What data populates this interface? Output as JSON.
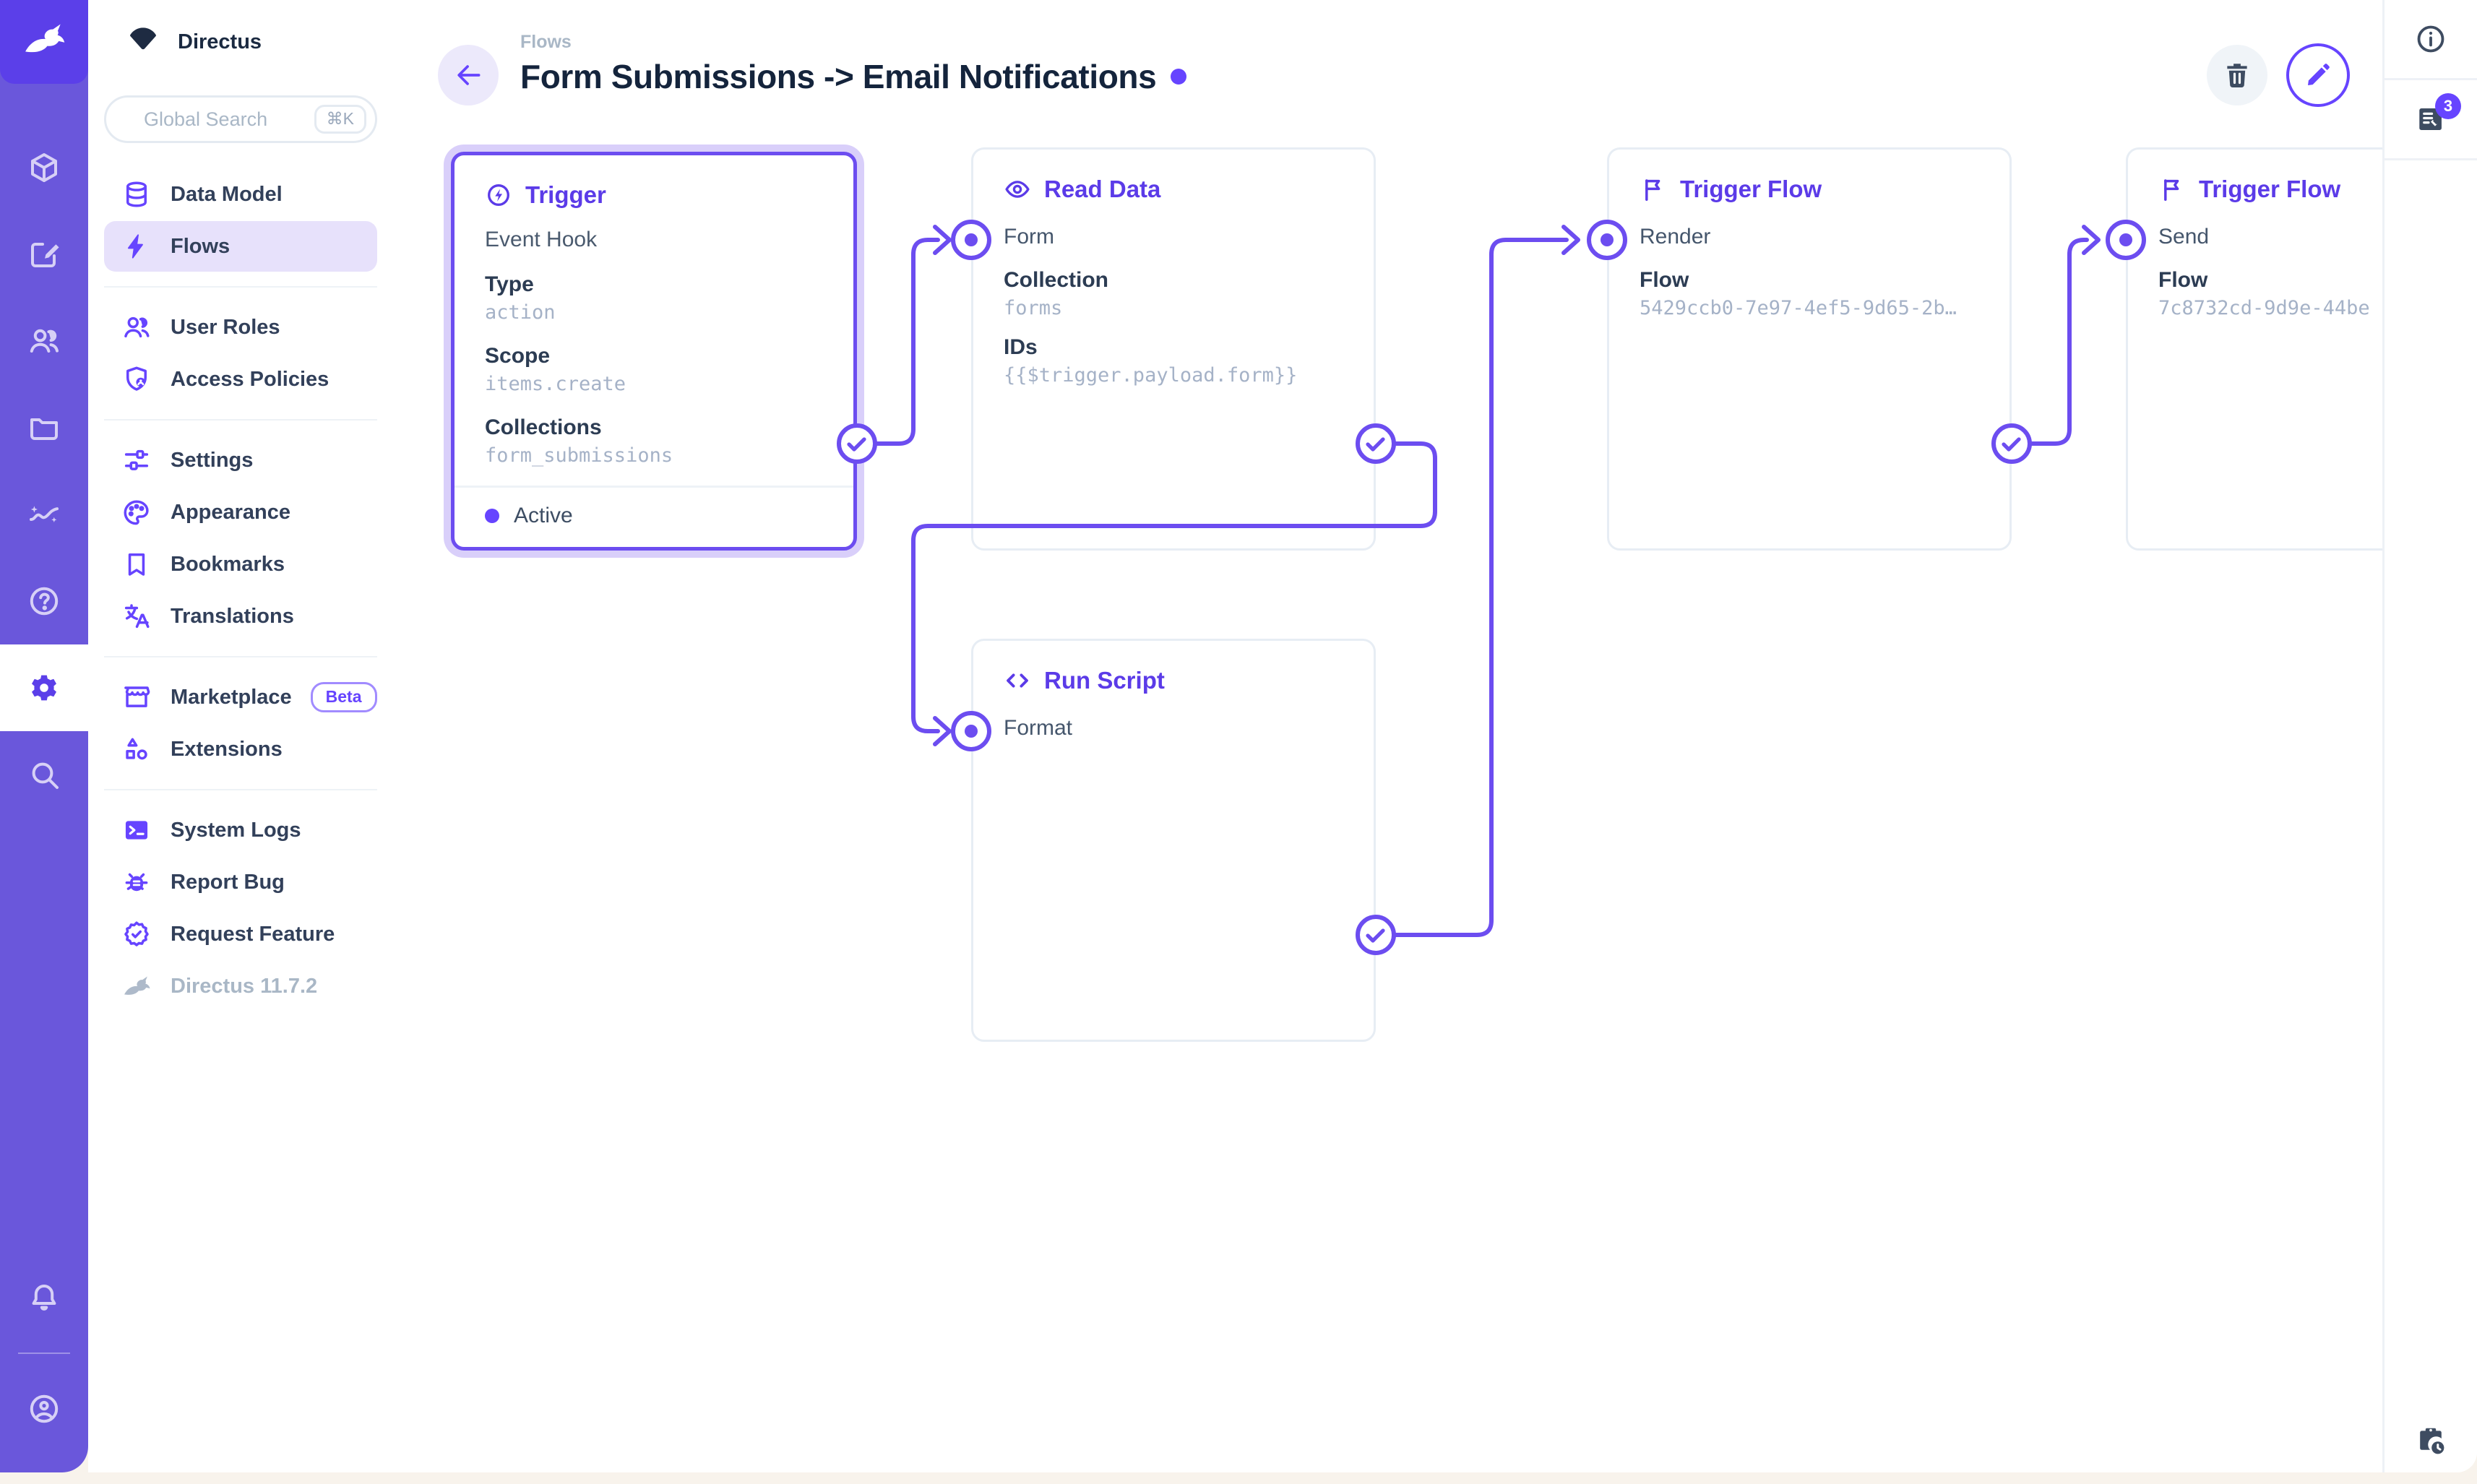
{
  "app_title": "Directus",
  "colors": {
    "accent": "#6644FF",
    "wire": "#6C4DF0",
    "rail": "#6A57DB",
    "logo_tile": "#5B3FE9",
    "title_text": "#14243C",
    "value_text": "#A5B2C7"
  },
  "module_rail": {
    "logo_icon": "rabbit-icon",
    "modules": [
      {
        "name": "content-module",
        "icon": "cube-icon",
        "active": false
      },
      {
        "name": "editor-module",
        "icon": "compose-icon",
        "active": false
      },
      {
        "name": "user-directory-module",
        "icon": "users-icon",
        "active": false
      },
      {
        "name": "file-library-module",
        "icon": "folder-icon",
        "active": false
      },
      {
        "name": "insights-module",
        "icon": "insights-icon",
        "active": false
      },
      {
        "name": "help-module",
        "icon": "help-icon",
        "active": false
      },
      {
        "name": "settings-module",
        "icon": "gear-icon",
        "active": true
      },
      {
        "name": "search-module",
        "icon": "search-icon",
        "active": false
      }
    ],
    "bottom": [
      {
        "name": "notifications",
        "icon": "bell-icon"
      },
      {
        "name": "account",
        "icon": "account-icon"
      }
    ]
  },
  "sidebar": {
    "project_logo_icon": "fan-logo-icon",
    "project_name": "Directus",
    "search": {
      "placeholder": "Global Search",
      "shortcut": "⌘K"
    },
    "items": [
      {
        "icon": "database-icon",
        "label": "Data Model"
      },
      {
        "icon": "bolt-icon",
        "label": "Flows",
        "active": true
      },
      {
        "divider": true
      },
      {
        "icon": "users-icon",
        "label": "User Roles"
      },
      {
        "icon": "shield-user-icon",
        "label": "Access Policies"
      },
      {
        "divider": true
      },
      {
        "icon": "sliders-icon",
        "label": "Settings"
      },
      {
        "icon": "palette-icon",
        "label": "Appearance"
      },
      {
        "icon": "bookmark-icon",
        "label": "Bookmarks"
      },
      {
        "icon": "translate-icon",
        "label": "Translations"
      },
      {
        "divider": true
      },
      {
        "icon": "storefront-icon",
        "label": "Marketplace",
        "badge": "Beta"
      },
      {
        "icon": "extension-icon",
        "label": "Extensions"
      },
      {
        "divider": true
      },
      {
        "icon": "terminal-icon",
        "label": "System Logs"
      },
      {
        "icon": "bug-icon",
        "label": "Report Bug"
      },
      {
        "icon": "seal-check-icon",
        "label": "Request Feature"
      },
      {
        "icon": "rabbit-icon",
        "label": "Directus 11.7.2",
        "muted": true
      }
    ]
  },
  "header": {
    "back_icon": "arrow-left-icon",
    "breadcrumb": "Flows",
    "title": "Form Submissions -> Email Notifications",
    "delete_icon": "trash-icon",
    "edit_icon": "pencil-icon"
  },
  "right_rail": {
    "sections": [
      {
        "name": "flow-info",
        "icon": "info-icon"
      },
      {
        "name": "logs",
        "icon": "log-list-icon",
        "badge": "3"
      }
    ],
    "bottom_icon": "clipboard-clock-icon"
  },
  "flow": {
    "nodes": [
      {
        "id": "trigger",
        "type_label": "Trigger",
        "icon": "bolt-circle-icon",
        "selected": true,
        "plain": "Event Hook",
        "fields": [
          {
            "label": "Type",
            "value": "action"
          },
          {
            "label": "Scope",
            "value": "items.create"
          },
          {
            "label": "Collections",
            "value": "form_submissions"
          }
        ],
        "status": "Active",
        "has_output": true
      },
      {
        "id": "read_data",
        "type_label": "Read Data",
        "icon": "eye-icon",
        "input_label": "Form",
        "fields": [
          {
            "label": "Collection",
            "value": "forms"
          },
          {
            "label": "IDs",
            "value": "{{$trigger.payload.form}}"
          }
        ],
        "has_output": true
      },
      {
        "id": "run_script",
        "type_label": "Run Script",
        "icon": "code-icon",
        "input_label": "Format",
        "fields": [],
        "has_output": true
      },
      {
        "id": "trigger_flow_render",
        "type_label": "Trigger Flow",
        "icon": "flag-icon",
        "input_label": "Render",
        "fields": [
          {
            "label": "Flow",
            "value": "5429ccb0-7e97-4ef5-9d65-2b…"
          }
        ],
        "has_output": true
      },
      {
        "id": "trigger_flow_send",
        "type_label": "Trigger Flow",
        "icon": "flag-icon",
        "input_label": "Send",
        "fields": [
          {
            "label": "Flow",
            "value": "7c8732cd-9d9e-44be"
          }
        ],
        "has_output": false
      }
    ],
    "connections": [
      {
        "from": "trigger",
        "to": "read_data"
      },
      {
        "from": "read_data",
        "to": "run_script"
      },
      {
        "from": "run_script",
        "to": "trigger_flow_render"
      },
      {
        "from": "trigger_flow_render",
        "to": "trigger_flow_send"
      }
    ]
  }
}
